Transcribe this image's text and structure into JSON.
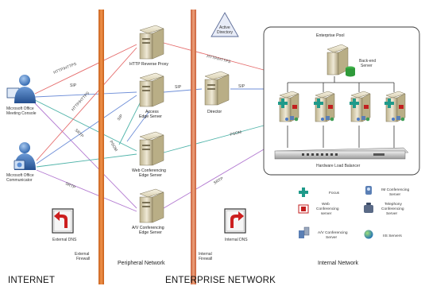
{
  "diagram": {
    "zones": {
      "internet": "INTERNET",
      "enterprise_network": "ENTERPRISE NETWORK",
      "peripheral_network": "Peripheral Network",
      "internal_network": "Internal Network",
      "external_firewall_line1": "External",
      "external_firewall_line2": "Firewall",
      "internal_firewall_line1": "Internal",
      "internal_firewall_line2": "Firewall"
    },
    "clients": {
      "meeting_console_line1": "Microsoft Office",
      "meeting_console_line2": "Meeting Console",
      "communicator_line1": "Microsoft Office",
      "communicator_line2": "Communicator"
    },
    "edge_servers": {
      "reverse_proxy": "HTTP Reverse Proxy",
      "access_edge_line1": "Access",
      "access_edge_line2": "Edge Server",
      "web_conf_edge_line1": "Web Conferencing",
      "web_conf_edge_line2": "Edge Server",
      "av_conf_edge_line1": "A/V Conferencing",
      "av_conf_edge_line2": "Edge Server"
    },
    "internal": {
      "active_directory_line1": "Active",
      "active_directory_line2": "Directory",
      "director": "Director",
      "enterprise_pool": "Enterprise Pool",
      "backend_line1": "Back-end",
      "backend_line2": "Server",
      "load_balancer": "Hardware Load Balancer"
    },
    "dns": {
      "external": "External DNS",
      "internal": "Internal DNS"
    },
    "protocols": {
      "http_https": "HTTP/HTTPS",
      "sip": "SIP",
      "psom": "PSOM",
      "srtp": "SRTP"
    },
    "legend": {
      "focus": "Focus",
      "im_line1": "IM Conferencing",
      "im_line2": "Server",
      "web_line1": "Web",
      "web_line2": "Conferencing",
      "web_line3": "server",
      "telephony_line1": "Telephony",
      "telephony_line2": "Conferencing",
      "telephony_line3": "Server",
      "av_line1": "A/V Conferencing",
      "av_line2": "Server",
      "iis": "IIS Servers"
    },
    "colors": {
      "firewall": "#e07a2e",
      "firewall_inner": "#f2b27a",
      "line_red": "#e56b6b",
      "line_blue": "#6f8fd8",
      "line_teal": "#4fb3a9",
      "line_purple": "#b37ad1",
      "dns_arrow": "#cc1f1f",
      "focus_green": "#1f9a8a"
    },
    "icons": [
      "server-icon",
      "user-icon",
      "triangle-icon",
      "dns-icon",
      "load-balancer-icon",
      "database-icon",
      "focus-icon",
      "globe-icon",
      "phone-icon",
      "camera-icon"
    ]
  }
}
